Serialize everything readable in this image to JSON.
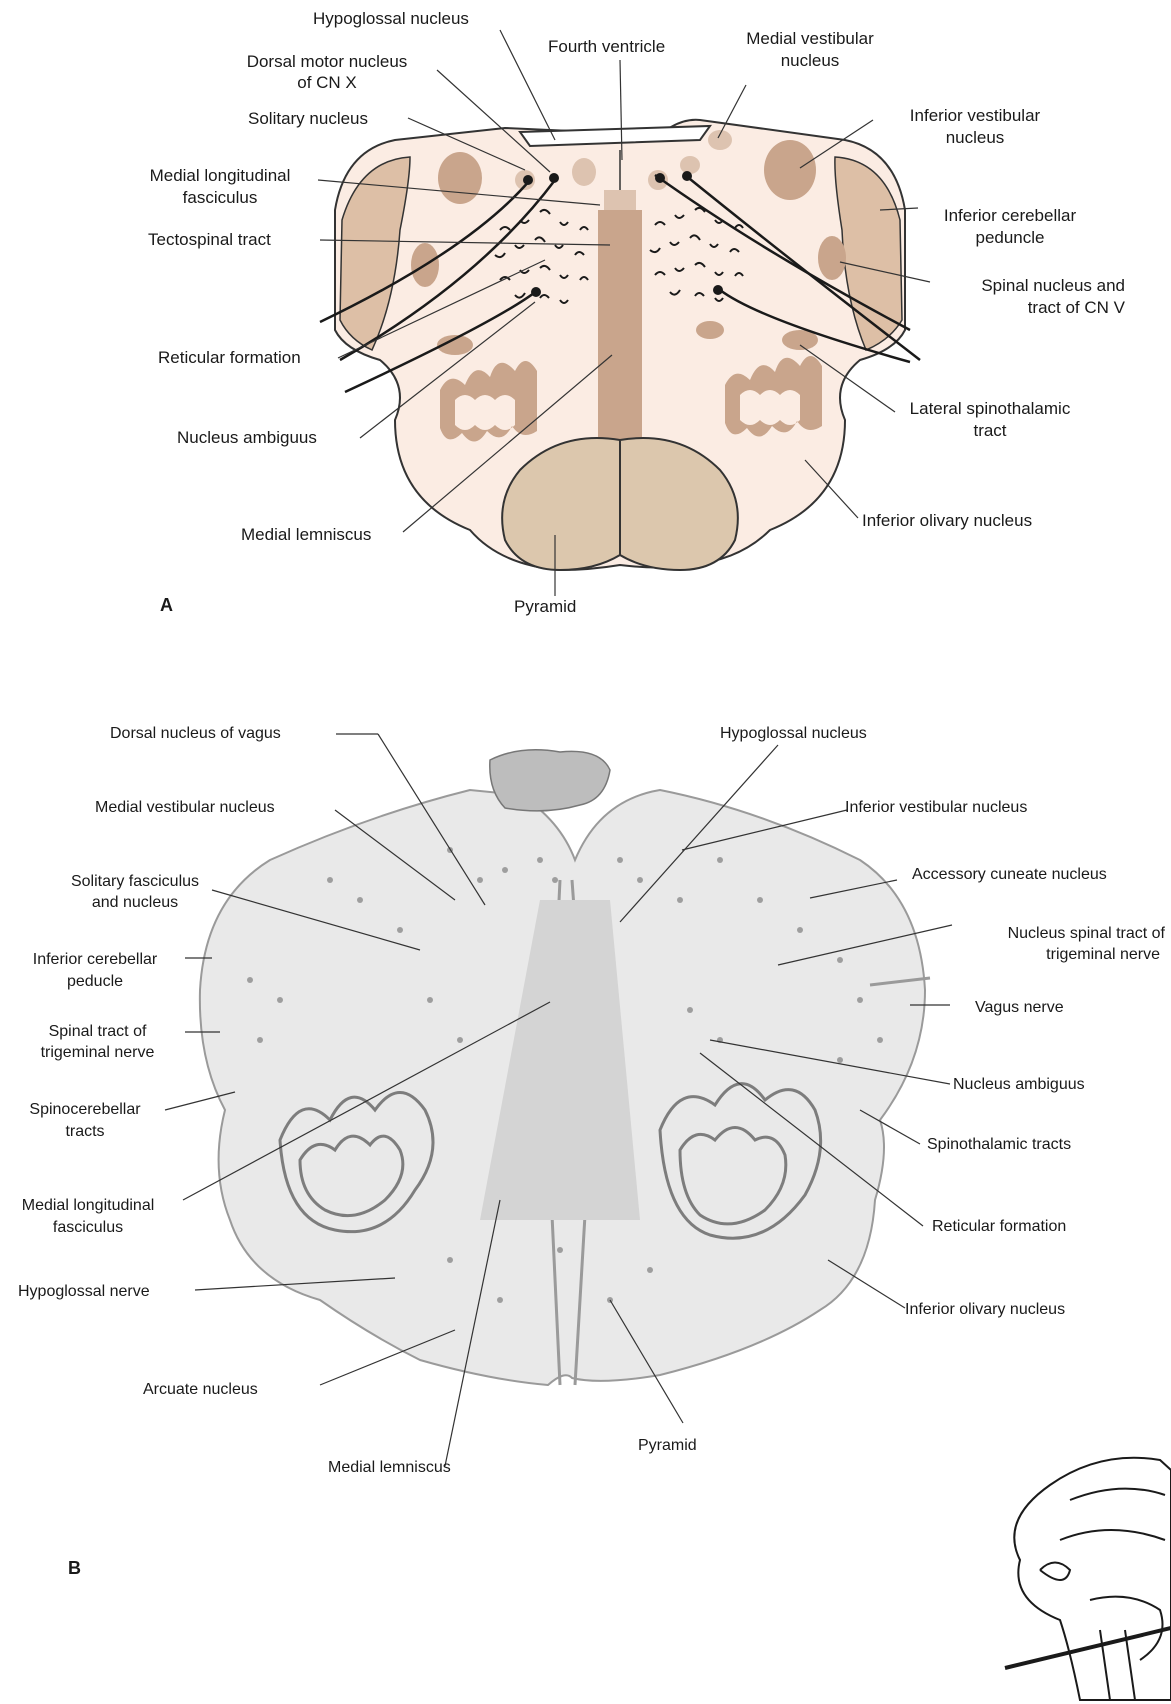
{
  "panel_a": {
    "letter": "A",
    "labels": {
      "hypoglossal_nucleus": "Hypoglossal nucleus",
      "fourth_ventricle": "Fourth ventricle",
      "dorsal_motor_nucleus_1": "Dorsal motor nucleus",
      "dorsal_motor_nucleus_2": "of CN X",
      "medial_vestibular_1": "Medial vestibular",
      "medial_vestibular_2": "nucleus",
      "solitary_nucleus": "Solitary nucleus",
      "inferior_vestibular_1": "Inferior vestibular",
      "inferior_vestibular_2": "nucleus",
      "mlf_1": "Medial longitudinal",
      "mlf_2": "fasciculus",
      "inferior_cerebellar_1": "Inferior cerebellar",
      "inferior_cerebellar_2": "peduncle",
      "tectospinal": "Tectospinal tract",
      "spinal_nucleus_cn5_1": "Spinal nucleus and",
      "spinal_nucleus_cn5_2": "tract of CN V",
      "reticular_formation": "Reticular formation",
      "lateral_spinothalamic_1": "Lateral spinothalamic",
      "lateral_spinothalamic_2": "tract",
      "nucleus_ambiguus": "Nucleus ambiguus",
      "inferior_olivary": "Inferior olivary nucleus",
      "medial_lemniscus": "Medial lemniscus",
      "pyramid": "Pyramid"
    }
  },
  "panel_b": {
    "letter": "B",
    "labels": {
      "dorsal_nucleus_vagus": "Dorsal nucleus of vagus",
      "hypoglossal_nucleus": "Hypoglossal nucleus",
      "medial_vestibular": "Medial vestibular nucleus",
      "inferior_vestibular": "Inferior vestibular nucleus",
      "solitary_1": "Solitary fasciculus",
      "solitary_2": "and nucleus",
      "accessory_cuneate": "Accessory cuneate nucleus",
      "inferior_cerebellar_1": "Inferior cerebellar",
      "inferior_cerebellar_2": "peducle",
      "nucleus_spinal_tract_1": "Nucleus spinal tract  of",
      "nucleus_spinal_tract_2": "trigeminal nerve",
      "vagus_nerve": "Vagus nerve",
      "spinal_tract_1": "Spinal tract of",
      "spinal_tract_2": "trigeminal nerve",
      "nucleus_ambiguus": "Nucleus  ambiguus",
      "spinocerebellar_1": "Spinocerebellar",
      "spinocerebellar_2": "tracts",
      "spinothalamic": "Spinothalamic tracts",
      "mlf_1": "Medial longitudinal",
      "mlf_2": "fasciculus",
      "reticular_formation": "Reticular formation",
      "hypoglossal_nerve": "Hypoglossal nerve",
      "inferior_olivary": "Inferior olivary nucleus",
      "arcuate": "Arcuate nucleus",
      "pyramid": "Pyramid",
      "medial_lemniscus": "Medial  lemniscus"
    }
  },
  "colors": {
    "background_tissue": "#fbece3",
    "tract_dark": "#c9a58c",
    "tract_light": "#ddc3b0",
    "pyramid": "#dcc7ad",
    "peduncle": "#ddbfa6",
    "outline": "#333333",
    "histology": "#cfcfcf"
  }
}
